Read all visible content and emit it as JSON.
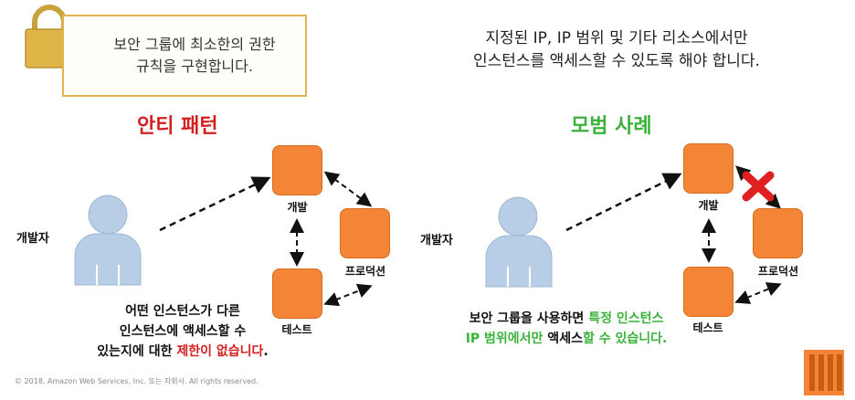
{
  "callout": {
    "line1": "보안 그룹에 최소한의 권한",
    "line2": "규칙을 구현합니다."
  },
  "header_right": {
    "line1": "지정된 IP, IP 범위 및 기타 리소스에서만",
    "line2": "인스턴스를 액세스할 수 있도록 해야 합니다."
  },
  "anti_pattern": {
    "title": "안티 패턴",
    "developer_label": "개발자",
    "nodes": {
      "dev": "개발",
      "prod": "프로덕션",
      "test": "테스트"
    },
    "caption": {
      "line1": "어떤 인스턴스가 다른",
      "line2": "인스턴스에 액세스할 수",
      "line3_prefix": "있는지에 대한 ",
      "line3_highlight": "제한이 없습니다",
      "line3_suffix": "."
    }
  },
  "best_practice": {
    "title": "모범 사례",
    "developer_label": "개발자",
    "nodes": {
      "dev": "개발",
      "prod": "프로덕션",
      "test": "테스트"
    },
    "caption": {
      "line1_prefix": "보안 그룹을 사용하면 ",
      "line1_highlight": "특정 인스턴스",
      "line2_highlight": "IP 범위에서만",
      "line2_mid": " 액세스",
      "line2_highlight2": "할 수 있습니다."
    }
  },
  "footer": "© 2018, Amazon Web Services, Inc. 또는 자회사. All rights reserved.",
  "colors": {
    "instance": "#f58536",
    "anti": "#d31f1f",
    "best": "#3bb23b",
    "callout_border": "#e3b44e",
    "user": "#b8cde6"
  }
}
